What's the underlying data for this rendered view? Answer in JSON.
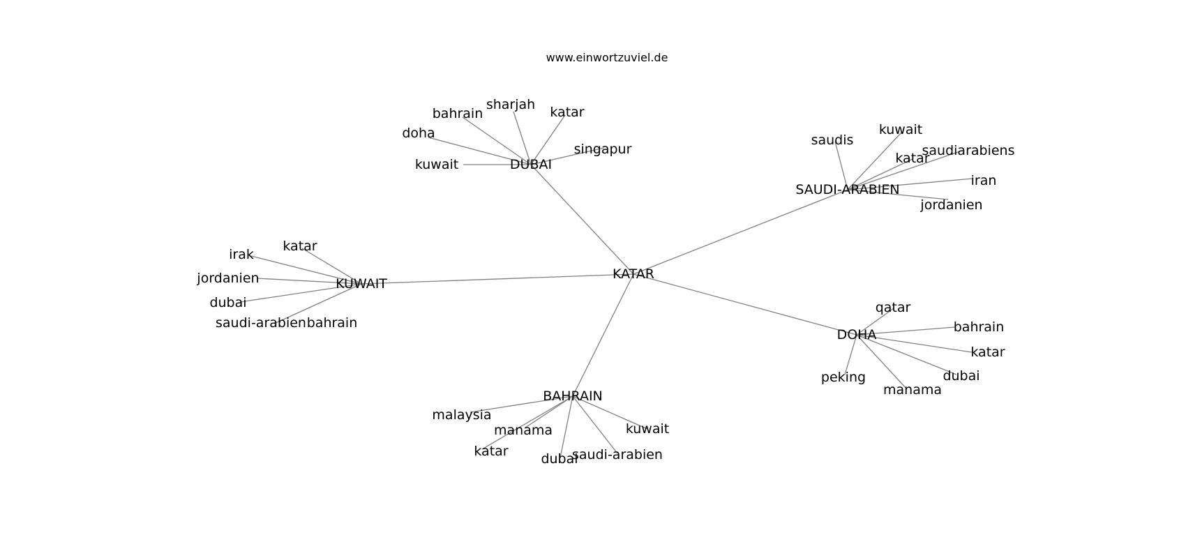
{
  "header": {
    "site": "www.einwortzuviel.de"
  },
  "graph": {
    "root": "KATAR",
    "edge_color": "#808080",
    "text_color": "#000000",
    "clusters": [
      {
        "hub": "DUBAI",
        "leaves": [
          "sharjah",
          "bahrain",
          "katar",
          "doha",
          "singapur",
          "kuwait"
        ]
      },
      {
        "hub": "SAUDI-ARABIEN",
        "leaves": [
          "saudis",
          "kuwait",
          "saudiarabiens",
          "katar",
          "iran",
          "jordanien"
        ]
      },
      {
        "hub": "KUWAIT",
        "leaves": [
          "katar",
          "irak",
          "jordanien",
          "dubai",
          "saudi-arabien",
          "bahrain"
        ]
      },
      {
        "hub": "DOHA",
        "leaves": [
          "qatar",
          "bahrain",
          "katar",
          "dubai",
          "manama",
          "peking"
        ]
      },
      {
        "hub": "BAHRAIN",
        "leaves": [
          "malaysia",
          "manama",
          "katar",
          "dubai",
          "saudi-arabien",
          "kuwait"
        ]
      }
    ]
  }
}
